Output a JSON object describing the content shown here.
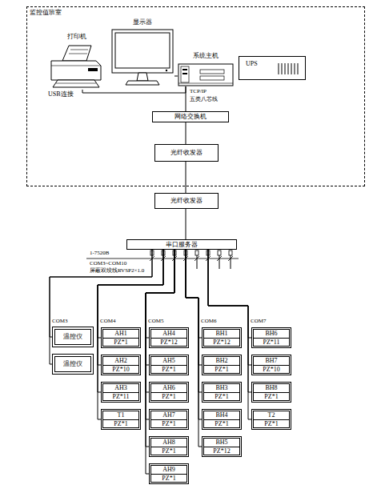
{
  "diagram": {
    "nodes": [
      {
        "text": [
          "监控值班室"
        ]
      },
      {
        "text": [
          "打印机"
        ],
        "in": 0
      },
      {
        "text": [
          "显示器"
        ],
        "in": 0
      },
      {
        "text": [
          "系统主机"
        ],
        "in": 0
      },
      {
        "text": [
          "UPS"
        ],
        "in": 0
      },
      {
        "text": [
          "网络交换机"
        ],
        "in": 0
      },
      {
        "text": [
          "光纤收发器"
        ],
        "in": 0
      },
      {
        "text": [
          "光纤收发器"
        ]
      },
      {
        "text": [
          "串口服务器"
        ]
      },
      {
        "text": [
          "温控仪"
        ]
      },
      {
        "text": [
          "温控仪"
        ]
      },
      {
        "text": [
          "AH1",
          "PZ*1"
        ]
      },
      {
        "text": [
          "AH2",
          "PZ*10"
        ]
      },
      {
        "text": [
          "AH3",
          "PZ*11"
        ]
      },
      {
        "text": [
          "T1",
          "PZ*1"
        ]
      },
      {
        "text": [
          "AH4",
          "PZ*12"
        ]
      },
      {
        "text": [
          "AH5",
          "PZ*1"
        ]
      },
      {
        "text": [
          "AH6",
          "PZ*1"
        ]
      },
      {
        "text": [
          "AH7",
          "PZ*1"
        ]
      },
      {
        "text": [
          "AH8",
          "PZ*1"
        ]
      },
      {
        "text": [
          "AH9",
          "PZ*1"
        ]
      },
      {
        "text": [
          "BH1",
          "PZ*12"
        ]
      },
      {
        "text": [
          "BH2",
          "PZ*1"
        ]
      },
      {
        "text": [
          "BH3",
          "PZ*1"
        ]
      },
      {
        "text": [
          "BH4",
          "PZ*1"
        ]
      },
      {
        "text": [
          "BH5",
          "PZ*12"
        ]
      },
      {
        "text": [
          "BH6",
          "PZ*11"
        ]
      },
      {
        "text": [
          "BH7",
          "PZ*10"
        ]
      },
      {
        "text": [
          "BH8",
          "PZ*1"
        ]
      },
      {
        "text": [
          "T2",
          "PZ*1"
        ]
      }
    ],
    "edges": [
      {
        "from": 1,
        "to": 3,
        "arrow": "none"
      },
      {
        "from": 2,
        "to": 3,
        "arrow": "none"
      },
      {
        "from": 3,
        "to": 5,
        "arrow": "none"
      },
      {
        "from": 5,
        "to": 6,
        "arrow": "none"
      },
      {
        "from": 6,
        "to": 7,
        "arrow": "none"
      },
      {
        "from": 7,
        "to": 8,
        "arrow": "none"
      },
      {
        "from": 8,
        "to": 9,
        "arrow": "none"
      },
      {
        "from": 8,
        "to": 10,
        "arrow": "none"
      },
      {
        "from": 8,
        "to": 11,
        "arrow": "none"
      },
      {
        "from": 8,
        "to": 12,
        "arrow": "none"
      },
      {
        "from": 8,
        "to": 13,
        "arrow": "none"
      },
      {
        "from": 8,
        "to": 14,
        "arrow": "none"
      },
      {
        "from": 8,
        "to": 15,
        "arrow": "none"
      },
      {
        "from": 8,
        "to": 16,
        "arrow": "none"
      },
      {
        "from": 8,
        "to": 17,
        "arrow": "none"
      },
      {
        "from": 8,
        "to": 18,
        "arrow": "none"
      },
      {
        "from": 8,
        "to": 19,
        "arrow": "none"
      },
      {
        "from": 8,
        "to": 20,
        "arrow": "none"
      },
      {
        "from": 8,
        "to": 21,
        "arrow": "none"
      },
      {
        "from": 8,
        "to": 22,
        "arrow": "none"
      },
      {
        "from": 8,
        "to": 23,
        "arrow": "none"
      },
      {
        "from": 8,
        "to": 24,
        "arrow": "none"
      },
      {
        "from": 8,
        "to": 25,
        "arrow": "none"
      },
      {
        "from": 8,
        "to": 26,
        "arrow": "none"
      },
      {
        "from": 8,
        "to": 27,
        "arrow": "none"
      },
      {
        "from": 8,
        "to": 28,
        "arrow": "none"
      },
      {
        "from": 8,
        "to": 29,
        "arrow": "none"
      }
    ],
    "labels": [
      "USB连接",
      "TCP/IP",
      "五类八芯线",
      "1-7520B",
      "COM3~COM10",
      "屏蔽双绞线RVSP2×1.0",
      "COM3",
      "COM4",
      "COM5",
      "COM6",
      "COM7"
    ]
  }
}
